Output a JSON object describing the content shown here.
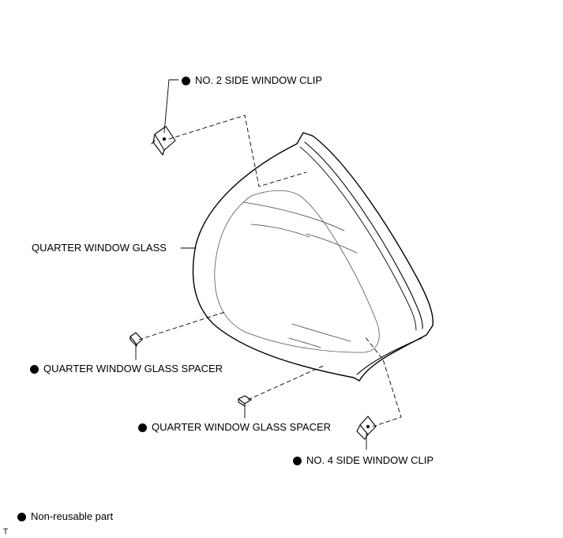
{
  "labels": {
    "clip_upper": "NO. 2 SIDE WINDOW CLIP",
    "glass": "QUARTER WINDOW GLASS",
    "spacer_left": "QUARTER WINDOW GLASS SPACER",
    "spacer_lower": "QUARTER WINDOW GLASS SPACER",
    "clip_lower": "NO. 4 SIDE WINDOW CLIP"
  },
  "legend": {
    "non_reusable": "Non-reusable part"
  },
  "corner_mark": "T"
}
